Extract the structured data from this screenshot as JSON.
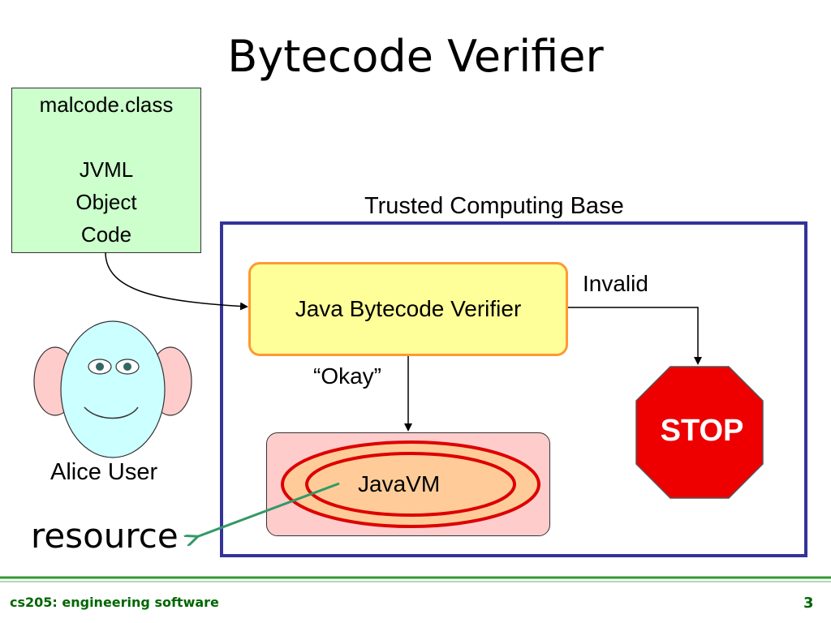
{
  "slide": {
    "title": "Bytecode Verifier",
    "footer_left": "cs205: engineering software",
    "page_number": "3"
  },
  "class_file": {
    "filename": "malcode.class",
    "lines": [
      "JVML",
      "Object",
      "Code"
    ]
  },
  "tcb": {
    "label": "Trusted Computing Base"
  },
  "verifier": {
    "label": "Java Bytecode Verifier"
  },
  "edges": {
    "invalid": "Invalid",
    "okay": "“Okay”"
  },
  "vm": {
    "label": "JavaVM"
  },
  "stop_sign": {
    "label": "STOP"
  },
  "user": {
    "label": "Alice User"
  },
  "resource": {
    "label": "resource"
  },
  "colors": {
    "class_box": "#ccffcc",
    "verifier_fill": "#ffff99",
    "verifier_border": "#ff9933",
    "tcb_border": "#333399",
    "vm_fill": "#ffcccc",
    "vm_rings": "#dd0000",
    "stop_fill": "#ee0000",
    "face": "#ccffff",
    "ears": "#ffcccc",
    "resource_arrow": "#339966",
    "footer_rule": "#339933",
    "footer_text": "#006600"
  }
}
